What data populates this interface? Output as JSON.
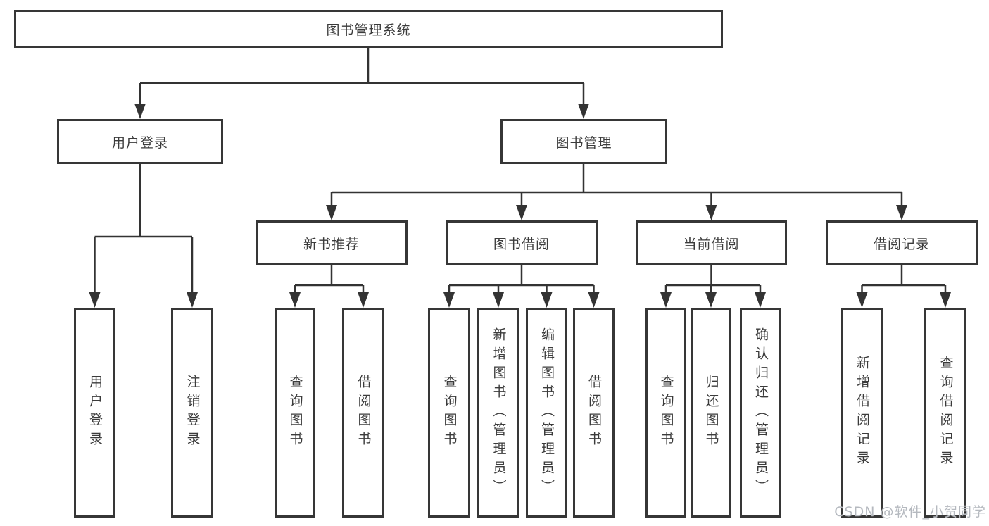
{
  "diagram": {
    "root": {
      "label": "图书管理系统"
    },
    "level2": [
      {
        "label": "用户登录"
      },
      {
        "label": "图书管理"
      }
    ],
    "level3": [
      {
        "label": "新书推荐"
      },
      {
        "label": "图书借阅"
      },
      {
        "label": "当前借阅"
      },
      {
        "label": "借阅记录"
      }
    ],
    "leaves": [
      {
        "group": "用户登录",
        "label": "用户登录"
      },
      {
        "group": "用户登录",
        "label": "注销登录"
      },
      {
        "group": "新书推荐",
        "label": "查询图书"
      },
      {
        "group": "新书推荐",
        "label": "借阅图书"
      },
      {
        "group": "图书借阅",
        "label": "查询图书"
      },
      {
        "group": "图书借阅",
        "label": "新增图书（管理员）"
      },
      {
        "group": "图书借阅",
        "label": "编辑图书（管理员）"
      },
      {
        "group": "图书借阅",
        "label": "借阅图书"
      },
      {
        "group": "当前借阅",
        "label": "查询图书"
      },
      {
        "group": "当前借阅",
        "label": "归还图书"
      },
      {
        "group": "当前借阅",
        "label": "确认归还（管理员）"
      },
      {
        "group": "借阅记录",
        "label": "新增借阅记录"
      },
      {
        "group": "借阅记录",
        "label": "查询借阅记录"
      }
    ]
  },
  "watermark": {
    "text": "CSDN @软件_小贺同学"
  },
  "colors": {
    "line": "#333333",
    "border": "#363636",
    "text": "#3b3b3b",
    "watermark": "#b5b9bf",
    "background": "#ffffff"
  }
}
